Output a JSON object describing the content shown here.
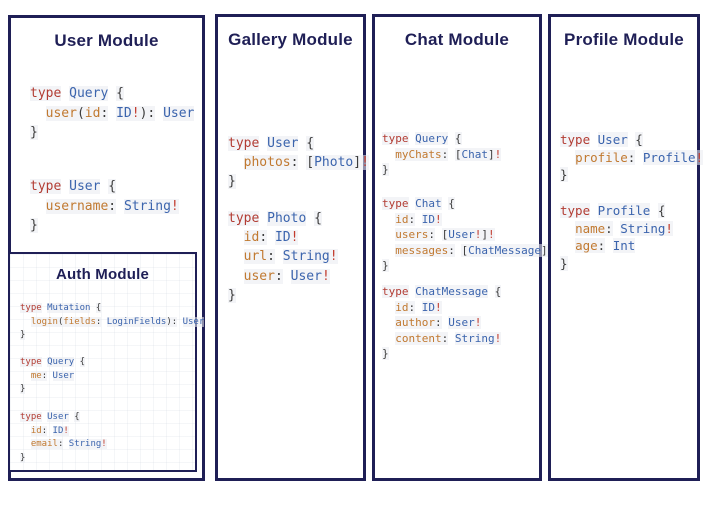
{
  "colors": {
    "navy": "#1f1f56",
    "keyword_red": "#b23c33",
    "type_blue": "#3b64ad",
    "field_orange": "#c17930",
    "punctuation": "#3c3c3c",
    "bang_red": "#c23b2d"
  },
  "panels": [
    {
      "title": "User Module",
      "blocks": [
        [
          [
            [
              "type",
              "k"
            ],
            [
              " ",
              "w"
            ],
            [
              "Query",
              "t"
            ],
            [
              " ",
              "w"
            ],
            [
              "{",
              "p"
            ]
          ],
          [
            [
              "  ",
              "w"
            ],
            [
              "user",
              "f"
            ],
            [
              "(",
              "p"
            ],
            [
              "id",
              "f"
            ],
            [
              ":",
              "p"
            ],
            [
              " ",
              "w"
            ],
            [
              "ID",
              "t"
            ],
            [
              "!",
              "b"
            ],
            [
              "):",
              "p"
            ],
            [
              " ",
              "w"
            ],
            [
              "User",
              "t"
            ]
          ],
          [
            [
              "}",
              "p"
            ]
          ]
        ],
        [
          [
            [
              "type",
              "k"
            ],
            [
              " ",
              "w"
            ],
            [
              "User",
              "t"
            ],
            [
              " ",
              "w"
            ],
            [
              "{",
              "p"
            ]
          ],
          [
            [
              "  ",
              "w"
            ],
            [
              "username",
              "f"
            ],
            [
              ":",
              "p"
            ],
            [
              " ",
              "w"
            ],
            [
              "String",
              "t"
            ],
            [
              "!",
              "b"
            ]
          ],
          [
            [
              "}",
              "p"
            ]
          ]
        ]
      ]
    },
    {
      "title": "Gallery Module",
      "blocks": [
        [
          [
            [
              "type",
              "k"
            ],
            [
              " ",
              "w"
            ],
            [
              "User",
              "t"
            ],
            [
              " ",
              "w"
            ],
            [
              "{",
              "p"
            ]
          ],
          [
            [
              "  ",
              "w"
            ],
            [
              "photos",
              "f"
            ],
            [
              ":",
              "p"
            ],
            [
              " ",
              "w"
            ],
            [
              "[",
              "p"
            ],
            [
              "Photo",
              "t"
            ],
            [
              "]",
              "p"
            ],
            [
              "!",
              "b"
            ]
          ],
          [
            [
              "}",
              "p"
            ]
          ]
        ],
        [
          [
            [
              "type",
              "k"
            ],
            [
              " ",
              "w"
            ],
            [
              "Photo",
              "t"
            ],
            [
              " ",
              "w"
            ],
            [
              "{",
              "p"
            ]
          ],
          [
            [
              "  ",
              "w"
            ],
            [
              "id",
              "f"
            ],
            [
              ":",
              "p"
            ],
            [
              " ",
              "w"
            ],
            [
              "ID",
              "t"
            ],
            [
              "!",
              "b"
            ]
          ],
          [
            [
              "  ",
              "w"
            ],
            [
              "url",
              "f"
            ],
            [
              ":",
              "p"
            ],
            [
              " ",
              "w"
            ],
            [
              "String",
              "t"
            ],
            [
              "!",
              "b"
            ]
          ],
          [
            [
              "  ",
              "w"
            ],
            [
              "user",
              "f"
            ],
            [
              ":",
              "p"
            ],
            [
              " ",
              "w"
            ],
            [
              "User",
              "t"
            ],
            [
              "!",
              "b"
            ]
          ],
          [
            [
              "}",
              "p"
            ]
          ]
        ]
      ]
    },
    {
      "title": "Chat Module",
      "blocks": [
        [
          [
            [
              "type",
              "k"
            ],
            [
              " ",
              "w"
            ],
            [
              "Query",
              "t"
            ],
            [
              " ",
              "w"
            ],
            [
              "{",
              "p"
            ]
          ],
          [
            [
              "  ",
              "w"
            ],
            [
              "myChats",
              "f"
            ],
            [
              ":",
              "p"
            ],
            [
              " ",
              "w"
            ],
            [
              "[",
              "p"
            ],
            [
              "Chat",
              "t"
            ],
            [
              "]",
              "p"
            ],
            [
              "!",
              "b"
            ]
          ],
          [
            [
              "}",
              "p"
            ]
          ]
        ],
        [
          [
            [
              "type",
              "k"
            ],
            [
              " ",
              "w"
            ],
            [
              "Chat",
              "t"
            ],
            [
              " ",
              "w"
            ],
            [
              "{",
              "p"
            ]
          ],
          [
            [
              "  ",
              "w"
            ],
            [
              "id",
              "f"
            ],
            [
              ":",
              "p"
            ],
            [
              " ",
              "w"
            ],
            [
              "ID",
              "t"
            ],
            [
              "!",
              "b"
            ]
          ],
          [
            [
              "  ",
              "w"
            ],
            [
              "users",
              "f"
            ],
            [
              ":",
              "p"
            ],
            [
              " ",
              "w"
            ],
            [
              "[",
              "p"
            ],
            [
              "User",
              "t"
            ],
            [
              "!",
              "b"
            ],
            [
              "]",
              "p"
            ],
            [
              "!",
              "b"
            ]
          ],
          [
            [
              "  ",
              "w"
            ],
            [
              "messages",
              "f"
            ],
            [
              ":",
              "p"
            ],
            [
              " ",
              "w"
            ],
            [
              "[",
              "p"
            ],
            [
              "ChatMessage",
              "t"
            ],
            [
              "]",
              "p"
            ],
            [
              "!",
              "b"
            ]
          ],
          [
            [
              "}",
              "p"
            ]
          ]
        ],
        [
          [
            [
              "type",
              "k"
            ],
            [
              " ",
              "w"
            ],
            [
              "ChatMessage",
              "t"
            ],
            [
              " ",
              "w"
            ],
            [
              "{",
              "p"
            ]
          ],
          [
            [
              "  ",
              "w"
            ],
            [
              "id",
              "f"
            ],
            [
              ":",
              "p"
            ],
            [
              " ",
              "w"
            ],
            [
              "ID",
              "t"
            ],
            [
              "!",
              "b"
            ]
          ],
          [
            [
              "  ",
              "w"
            ],
            [
              "author",
              "f"
            ],
            [
              ":",
              "p"
            ],
            [
              " ",
              "w"
            ],
            [
              "User",
              "t"
            ],
            [
              "!",
              "b"
            ]
          ],
          [
            [
              "  ",
              "w"
            ],
            [
              "content",
              "f"
            ],
            [
              ":",
              "p"
            ],
            [
              " ",
              "w"
            ],
            [
              "String",
              "t"
            ],
            [
              "!",
              "b"
            ]
          ],
          [
            [
              "}",
              "p"
            ]
          ]
        ]
      ]
    },
    {
      "title": "Profile Module",
      "blocks": [
        [
          [
            [
              "type",
              "k"
            ],
            [
              " ",
              "w"
            ],
            [
              "User",
              "t"
            ],
            [
              " ",
              "w"
            ],
            [
              "{",
              "p"
            ]
          ],
          [
            [
              "  ",
              "w"
            ],
            [
              "profile",
              "f"
            ],
            [
              ":",
              "p"
            ],
            [
              " ",
              "w"
            ],
            [
              "Profile",
              "t"
            ],
            [
              "!",
              "b"
            ]
          ],
          [
            [
              "}",
              "p"
            ]
          ]
        ],
        [
          [
            [
              "type",
              "k"
            ],
            [
              " ",
              "w"
            ],
            [
              "Profile",
              "t"
            ],
            [
              " ",
              "w"
            ],
            [
              "{",
              "p"
            ]
          ],
          [
            [
              "  ",
              "w"
            ],
            [
              "name",
              "f"
            ],
            [
              ":",
              "p"
            ],
            [
              " ",
              "w"
            ],
            [
              "String",
              "t"
            ],
            [
              "!",
              "b"
            ]
          ],
          [
            [
              "  ",
              "w"
            ],
            [
              "age",
              "f"
            ],
            [
              ":",
              "p"
            ],
            [
              " ",
              "w"
            ],
            [
              "Int",
              "t"
            ]
          ],
          [
            [
              "}",
              "p"
            ]
          ]
        ]
      ]
    }
  ],
  "auth": {
    "title": "Auth Module",
    "blocks": [
      [
        [
          [
            "type",
            "k"
          ],
          [
            " ",
            "w"
          ],
          [
            "Mutation",
            "t"
          ],
          [
            " ",
            "w"
          ],
          [
            "{",
            "p"
          ]
        ],
        [
          [
            "  ",
            "w"
          ],
          [
            "login",
            "f"
          ],
          [
            "(",
            "p"
          ],
          [
            "fields",
            "f"
          ],
          [
            ":",
            "p"
          ],
          [
            " ",
            "w"
          ],
          [
            "LoginFields",
            "t"
          ],
          [
            "):",
            "p"
          ],
          [
            " ",
            "w"
          ],
          [
            "User",
            "t"
          ]
        ],
        [
          [
            "}",
            "p"
          ]
        ]
      ],
      [
        [
          [
            "type",
            "k"
          ],
          [
            " ",
            "w"
          ],
          [
            "Query",
            "t"
          ],
          [
            " ",
            "w"
          ],
          [
            "{",
            "p"
          ]
        ],
        [
          [
            "  ",
            "w"
          ],
          [
            "me",
            "f"
          ],
          [
            ":",
            "p"
          ],
          [
            " ",
            "w"
          ],
          [
            "User",
            "t"
          ]
        ],
        [
          [
            "}",
            "p"
          ]
        ]
      ],
      [
        [
          [
            "type",
            "k"
          ],
          [
            " ",
            "w"
          ],
          [
            "User",
            "t"
          ],
          [
            " ",
            "w"
          ],
          [
            "{",
            "p"
          ]
        ],
        [
          [
            "  ",
            "w"
          ],
          [
            "id",
            "f"
          ],
          [
            ":",
            "p"
          ],
          [
            " ",
            "w"
          ],
          [
            "ID",
            "t"
          ],
          [
            "!",
            "b"
          ]
        ],
        [
          [
            "  ",
            "w"
          ],
          [
            "email",
            "f"
          ],
          [
            ":",
            "p"
          ],
          [
            " ",
            "w"
          ],
          [
            "String",
            "t"
          ],
          [
            "!",
            "b"
          ]
        ],
        [
          [
            "}",
            "p"
          ]
        ]
      ]
    ]
  }
}
